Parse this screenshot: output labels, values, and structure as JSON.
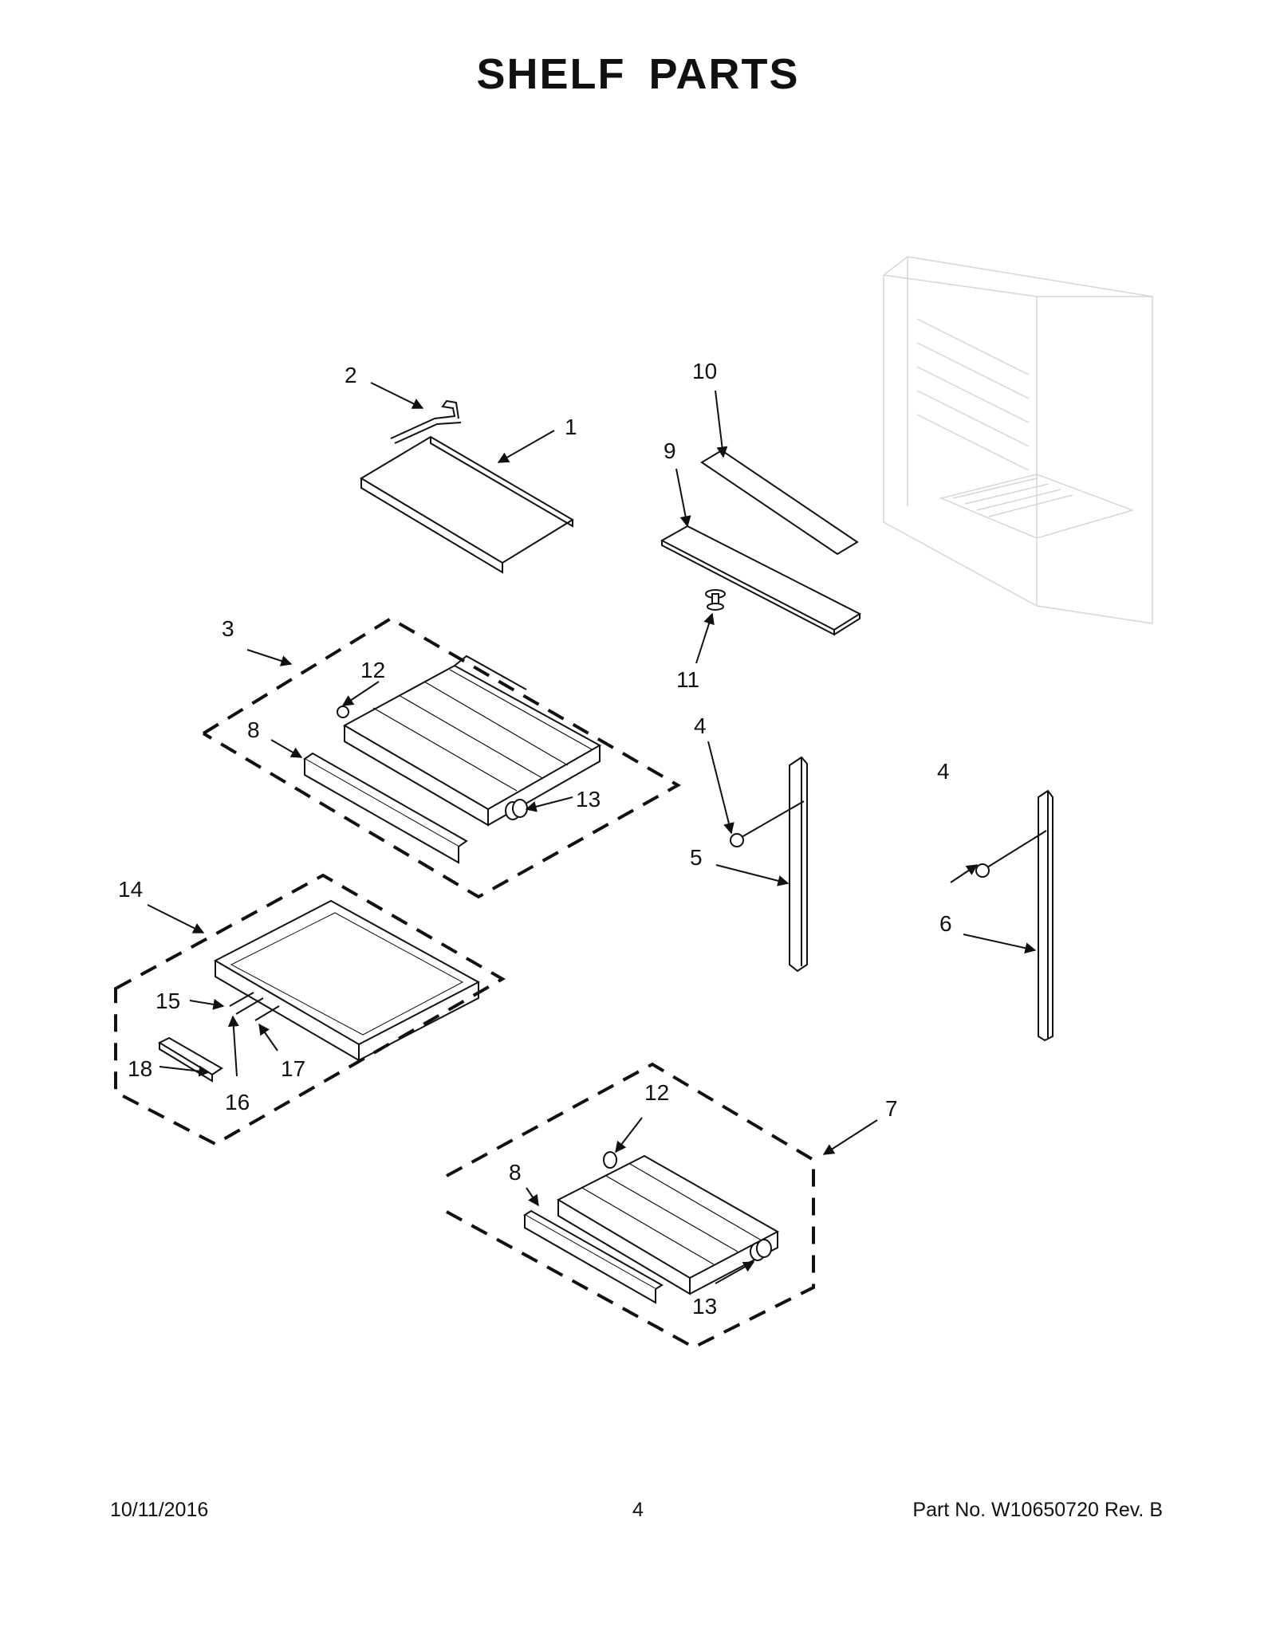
{
  "page": {
    "title": "SHELF  PARTS",
    "date": "10/11/2016",
    "page_number": "4",
    "part_number": "Part No.  W10650720  Rev.  B"
  },
  "callouts": [
    {
      "id": "c1",
      "label": "1"
    },
    {
      "id": "c2",
      "label": "2"
    },
    {
      "id": "c3",
      "label": "3"
    },
    {
      "id": "c4a",
      "label": "4"
    },
    {
      "id": "c4b",
      "label": "4"
    },
    {
      "id": "c5",
      "label": "5"
    },
    {
      "id": "c6",
      "label": "6"
    },
    {
      "id": "c7",
      "label": "7"
    },
    {
      "id": "c8a",
      "label": "8"
    },
    {
      "id": "c8b",
      "label": "8"
    },
    {
      "id": "c9",
      "label": "9"
    },
    {
      "id": "c10",
      "label": "10"
    },
    {
      "id": "c11",
      "label": "11"
    },
    {
      "id": "c12a",
      "label": "12"
    },
    {
      "id": "c12b",
      "label": "12"
    },
    {
      "id": "c13a",
      "label": "13"
    },
    {
      "id": "c13b",
      "label": "13"
    },
    {
      "id": "c14",
      "label": "14"
    },
    {
      "id": "c15",
      "label": "15"
    },
    {
      "id": "c16",
      "label": "16"
    },
    {
      "id": "c17",
      "label": "17"
    },
    {
      "id": "c18",
      "label": "18"
    }
  ],
  "colors": {
    "line": "#111111",
    "ghost": "#d6d6d6"
  }
}
